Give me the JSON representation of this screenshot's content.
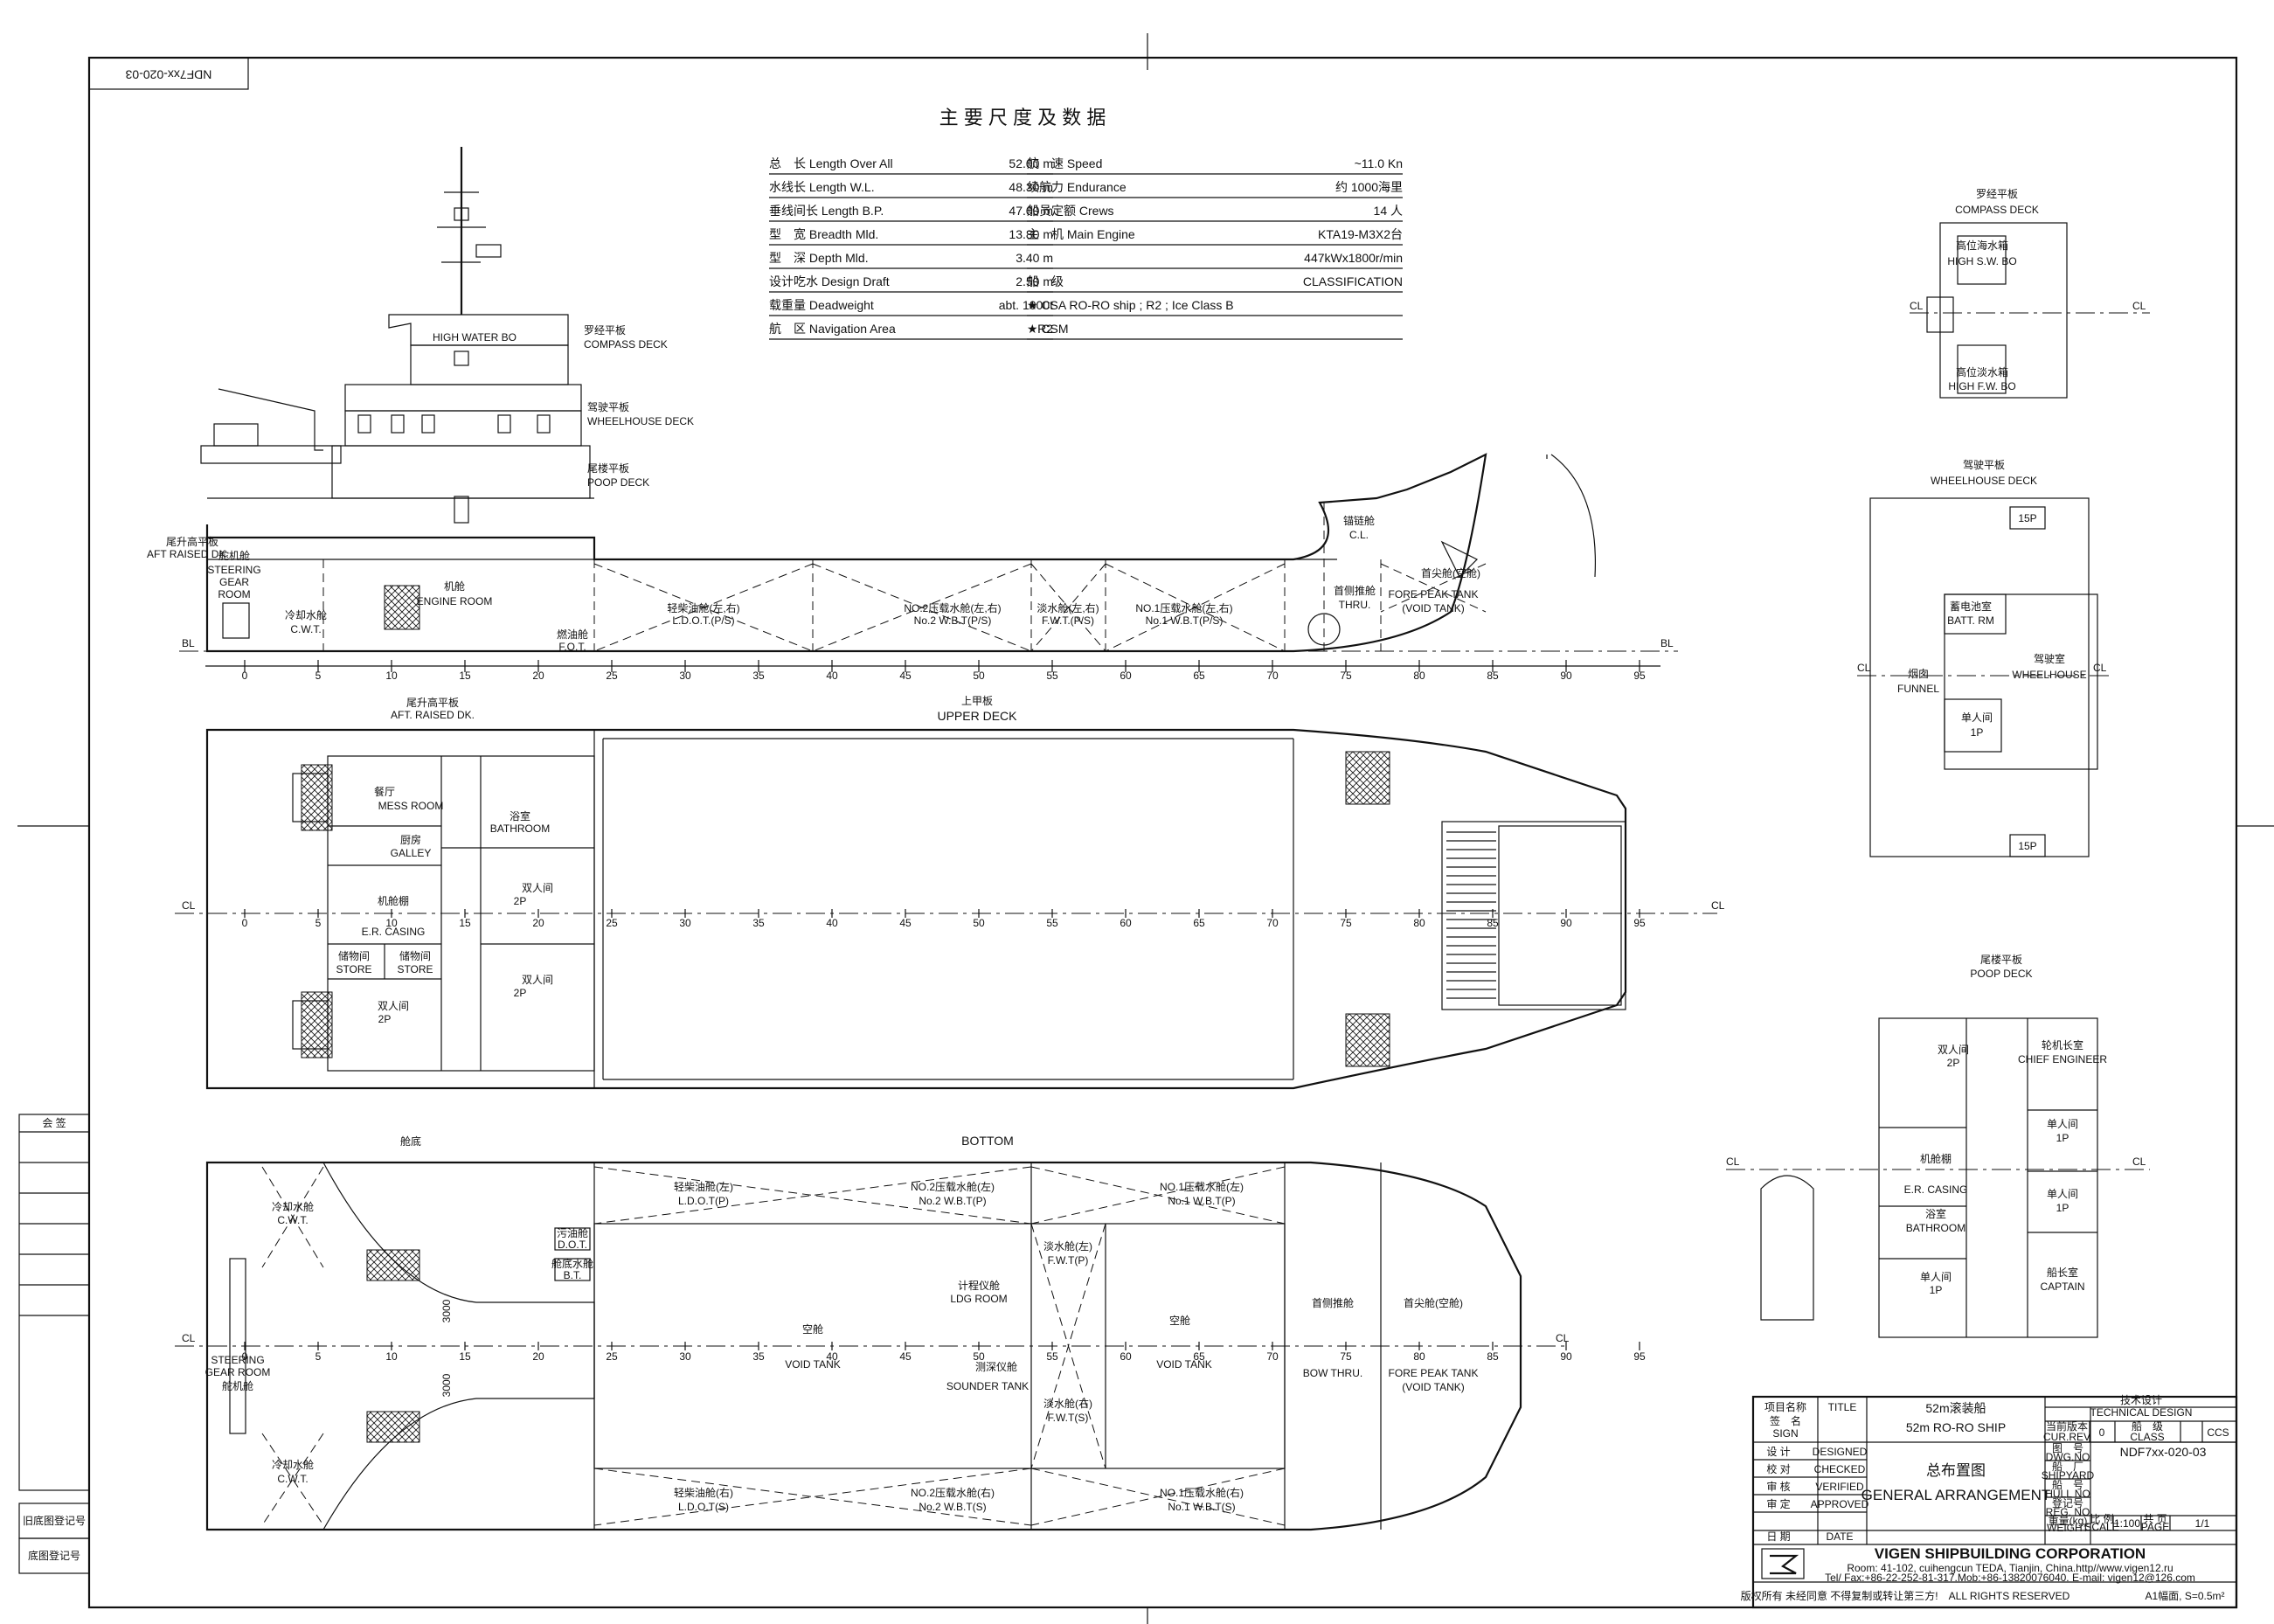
{
  "drawing_no_stamp": "NDF7xx-020-03",
  "particulars": {
    "heading": "主 要 尺 度 及 数 据",
    "left_rows": [
      {
        "label": "总　长 Length Over All",
        "value": "52.00 m"
      },
      {
        "label": "水线长 Length W.L.",
        "value": "48.30 m"
      },
      {
        "label": "垂线间长 Length B.P.",
        "value": "47.00 m"
      },
      {
        "label": "型　宽 Breadth Mld.",
        "value": "13.80 m"
      },
      {
        "label": "型　深 Depth Mld.",
        "value": "3.40 m"
      },
      {
        "label": "设计吃水 Design Draft",
        "value": "2.50 m"
      },
      {
        "label": "载重量 Deadweight",
        "value": "abt. 1000t"
      },
      {
        "label": "航　区 Navigation Area",
        "value": "R2"
      }
    ],
    "right_rows": [
      {
        "label": "航　速 Speed",
        "value": "~11.0 Kn"
      },
      {
        "label": "续航力 Endurance",
        "value": "约 1000海里"
      },
      {
        "label": "船员定额 Crews",
        "value": "14 人"
      },
      {
        "label": "主　机 Main Engine",
        "value": "KTA19-M3X2台"
      },
      {
        "label": "",
        "value": "447kWx1800r/min"
      },
      {
        "label": "船　级",
        "value": "CLASSIFICATION"
      },
      {
        "label": "★ CSA RO-RO ship ; R2 ; Ice Class B",
        "value": ""
      },
      {
        "label": "★ CSM",
        "value": ""
      }
    ]
  },
  "profile": {
    "labels": {
      "compass": "罗经平板\nCOMPASS DECK",
      "compass_cn": "罗经平板",
      "compass_en": "COMPASS DECK",
      "wheel_cn": "驾驶平板",
      "wheel_en": "WHEELHOUSE DECK",
      "poop_cn": "尾楼平板",
      "poop_en": "POOP DECK",
      "high_water": "HIGH WATER BO",
      "aft_raised": "AFT RAISED DK.",
      "aft_raised_cn": "尾升高平板",
      "steering_cn": "舵机舱",
      "steering": "STEERING",
      "gear": "GEAR",
      "room": "ROOM",
      "engine_cn": "机舱",
      "engine": "ENGINE ROOM",
      "cwt_cn": "冷却水舱",
      "cwt": "C.W.T.",
      "fot_cn": "燃油舱",
      "fot": "F.O.T.",
      "ldot_cn": "轻柴油舱(左,右)",
      "ldot": "L.D.O.T.(P/S)",
      "wbt2_cn": "NO.2压载水舱(左,右)",
      "wbt2": "No.2 W.B.T(P/S)",
      "fwt_cn": "淡水舱(左,右)",
      "fwt": "F.W.T.(P/S)",
      "wbt1_cn": "NO.1压载水舱(左,右)",
      "wbt1": "No.1 W.B.T(P/S)",
      "cl_cn": "锚链舱",
      "cl": "C.L.",
      "thru_cn": "首侧推舱",
      "thru": "THRU.",
      "fpt_cn": "首尖舱(空舱)",
      "fpt": "FORE PEAK TANK",
      "void": "(VOID TANK)",
      "bl": "BL"
    },
    "frames": [
      "0",
      "5",
      "10",
      "15",
      "20",
      "25",
      "30",
      "35",
      "40",
      "45",
      "50",
      "55",
      "60",
      "65",
      "70",
      "75",
      "80",
      "85",
      "90",
      "95"
    ]
  },
  "upper_deck": {
    "title_cn": "上甲板",
    "title_en": "UPPER DECK",
    "aft_cn": "尾升高平板",
    "aft_en": "AFT. RAISED DK.",
    "mess_cn": "餐厅",
    "mess": "MESS ROOM",
    "bath_cn": "浴室",
    "bath": "BATHROOM",
    "galley_cn": "厨房",
    "galley": "GALLEY",
    "ercasing_cn": "机舱棚",
    "ercasing": "E.R. CASING",
    "store_cn": "储物间",
    "store": "STORE",
    "double_cn": "双人间",
    "two_p": "2P",
    "cl": "CL"
  },
  "bottom": {
    "title_cn": "舱底",
    "title_en": "BOTTOM",
    "cwt_cn": "冷却水舱",
    "cwt": "C.W.T.",
    "steering_a": "STEERING",
    "steering_b": "GEAR ROOM",
    "steering_cn": "舵机舱",
    "dot_cn": "污油舱",
    "dot": "D.O.T.",
    "bt_cn": "舱底水舱",
    "bt": "B.T.",
    "ldotp_cn": "轻柴油舱(左)",
    "ldotp": "L.D.O.T(P)",
    "ldots_cn": "轻柴油舱(右)",
    "ldots": "L.D.O.T(S)",
    "wbt2p_cn": "NO.2压载水舱(左)",
    "wbt2p": "No.2 W.B.T(P)",
    "wbt2s_cn": "NO.2压载水舱(右)",
    "wbt2s": "No.2 W.B.T(S)",
    "wbt1p_cn": "NO.1压载水舱(左)",
    "wbt1p": "No.1 W.B.T(P)",
    "wbt1s_cn": "NO.1压载水舱(右)",
    "wbt1s": "No.1 W.B.T(S)",
    "fwtp_cn": "淡水舱(左)",
    "fwtp": "F.W.T(P)",
    "fwts_cn": "淡水舱(右)",
    "fwts": "F.W.T(S)",
    "void_cn": "空舱",
    "void": "VOID TANK",
    "ldg_cn": "计程仪舱",
    "ldg": "LDG ROOM",
    "sounder_cn": "测深仪舱",
    "sounder": "SOUNDER TANK",
    "bow_cn": "首侧推舱",
    "bow": "BOW THRU.",
    "fpt_cn": "首尖舱(空舱)",
    "fpt": "FORE PEAK TANK",
    "fpt_void": "(VOID TANK)",
    "dim": "3000",
    "cl": "CL"
  },
  "compass_deck": {
    "title_cn": "罗经平板",
    "title_en": "COMPASS DECK",
    "hsw_cn": "高位海水箱",
    "hsw": "HIGH S.W. BO",
    "hfw_cn": "高位淡水箱",
    "hfw": "HIGH F.W. BO",
    "cl": "CL"
  },
  "wheelhouse_deck": {
    "title_cn": "驾驶平板",
    "title_en": "WHEELHOUSE DECK",
    "batt_cn": "蓄电池室",
    "batt": "BATT. RM",
    "wheel_cn": "驾驶室",
    "wheel": "WHEELHOUSE",
    "funnel_cn": "烟囱",
    "funnel": "FUNNEL",
    "single_cn": "单人间",
    "one_p": "1P",
    "raft": "15P",
    "cl": "CL"
  },
  "poop_deck": {
    "title_cn": "尾楼平板",
    "title_en": "POOP DECK",
    "double_cn": "双人间",
    "two_p": "2P",
    "chief_cn": "轮机长室",
    "chief": "CHIEF ENGINEER",
    "single_cn": "单人间",
    "one_p": "1P",
    "ercasing_cn": "机舱棚",
    "ercasing": "E.R. CASING",
    "bath_cn": "浴室",
    "bath": "BATHROOM",
    "captain_cn": "船长室",
    "captain": "CAPTAIN",
    "cl": "CL"
  },
  "left_margin": {
    "sign_cn": "会 签",
    "old_cn": "旧底图登记号",
    "base_cn": "底图登记号"
  },
  "title_block": {
    "project_cn": "项目名称",
    "title_lbl": "TITLE",
    "sign_cn": "签　名",
    "sign_en": "SIGN",
    "project_cn_val": "52m滚装船",
    "project_en_val": "52m RO-RO SHIP",
    "tech_cn": "技术设计",
    "tech_en": "TECHNICAL DESIGN",
    "rev_lbl": "当前版本\nCUR.REV",
    "rev_a": "当前版本",
    "rev_b": "CUR.REV",
    "rev_val": "0",
    "class_cn": "船　级",
    "class_en": "CLASS",
    "class_val": "CCS",
    "design_cn": "设 计",
    "design_en": "DESIGNED",
    "check_cn": "校 对",
    "check_en": "CHECKED",
    "verify_cn": "审 核",
    "verify_en": "VERIFIED",
    "approve_cn": "审 定",
    "approve_en": "APPROVED",
    "date_cn": "日 期",
    "date_en": "DATE",
    "dwg_title_cn": "总布置图",
    "dwg_title_en": "GENERAL ARRANGEMENT",
    "dwg_no_cn": "图　号",
    "dwg_no_en": "DWG.NO",
    "dwg_no_val": "NDF7xx-020-03",
    "shipyard_cn": "船　厂",
    "shipyard_en": "SHIPYARD",
    "hull_cn": "船　号",
    "hull_en": "HULL NO",
    "reg_cn": "登记号",
    "reg_en": "REG. NO",
    "weight_cn": "重量(kg)",
    "weight_en": "WEIGHT",
    "scale_cn": "比 例",
    "scale_en": "SCALE",
    "scale_val": "1:100",
    "page_cn": "共 页",
    "page_en": "PAGE",
    "page_val": "1/1",
    "company": "VIGEN SHIPBUILDING CORPORATION",
    "address": "Room: 41-102, cuihengcun TEDA, Tianjin, China.http//www.vigen12.ru",
    "contact": "Tel/ Fax:+86-22-252-81-317.Mob:+86-13820076040. E-mail: vigen12@126.com",
    "rights": "版权所有 未经同意 不得复制或转让第三方!　ALL RIGHTS RESERVED",
    "paper": "A1幅面, S=0.5m²"
  }
}
